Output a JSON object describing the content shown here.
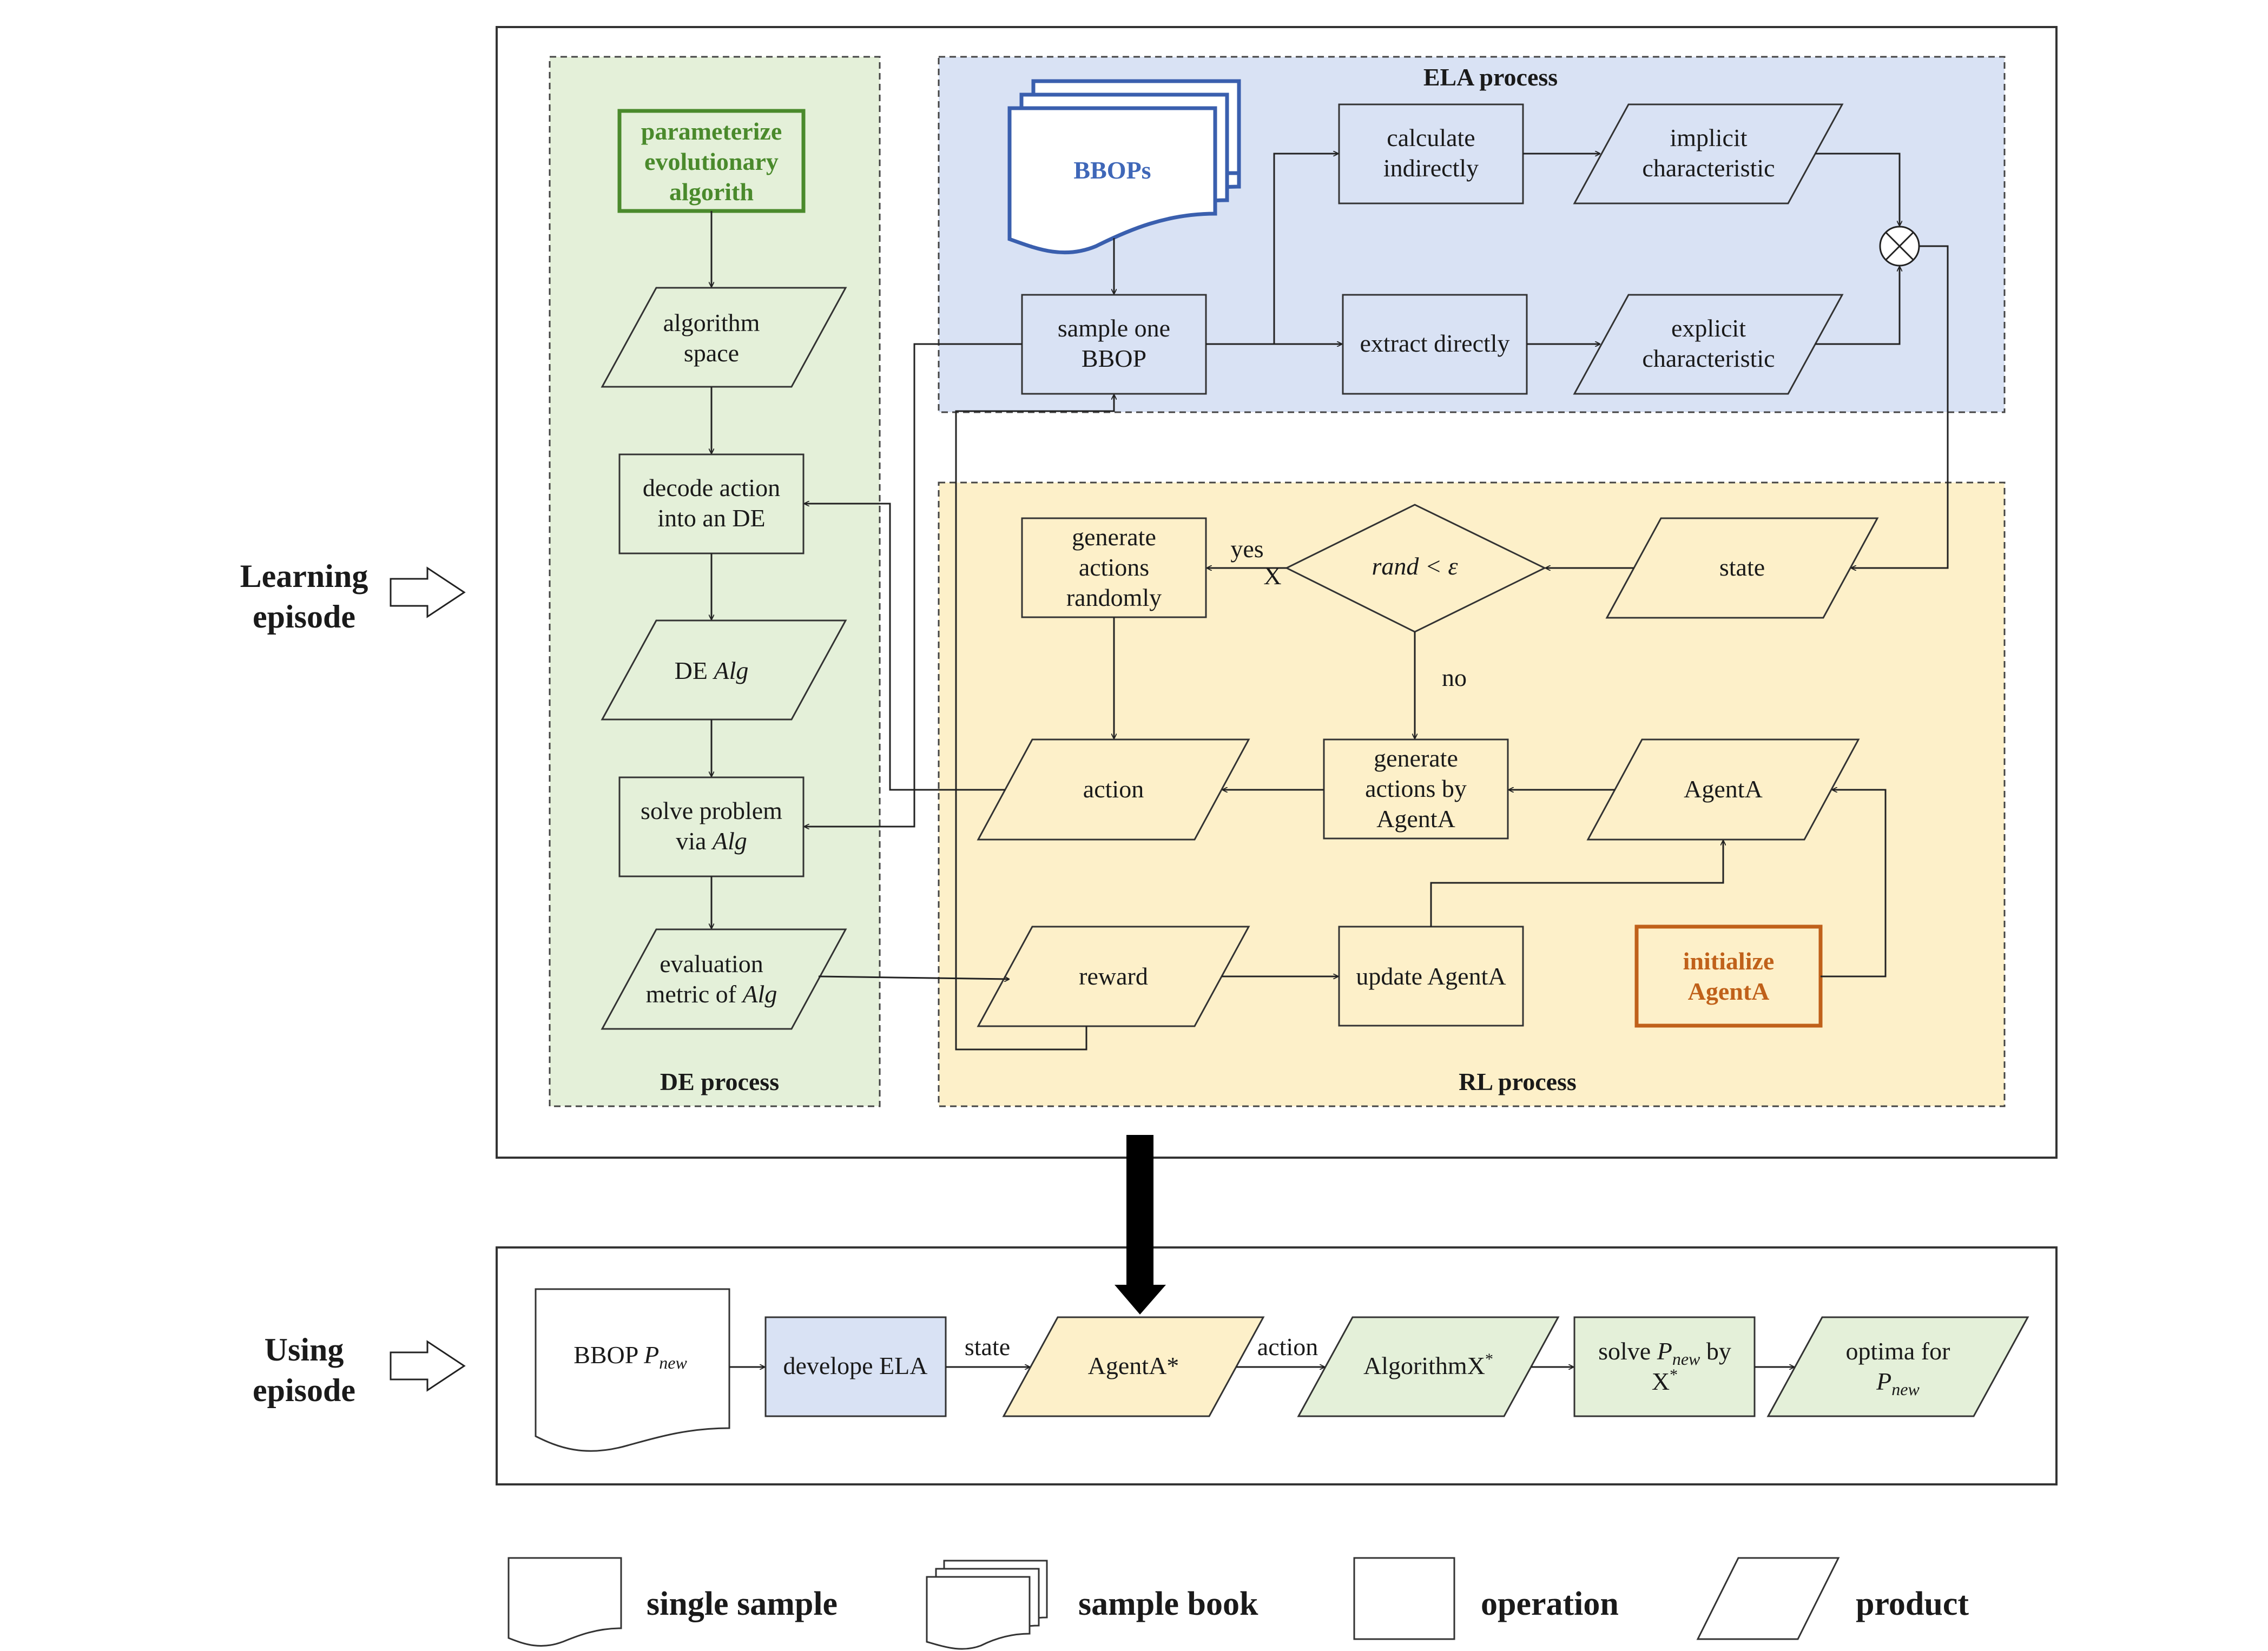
{
  "colors": {
    "de_fill": "#e4f0d9",
    "ela_fill": "#d9e2f4",
    "rl_fill": "#fdf0c9",
    "green_text": "#4a8a2c",
    "blue_text": "#3f67b8",
    "orange_text": "#c0611a"
  },
  "side_labels": {
    "learning_1": "Learning",
    "learning_2": "episode",
    "using_1": "Using",
    "using_2": "episode"
  },
  "regions": {
    "ela": "ELA process",
    "de": "DE process",
    "rl": "RL process"
  },
  "de": {
    "param_1": "parameterize",
    "param_2": "evolutionary",
    "param_3": "algorith",
    "space_1": "algorithm",
    "space_2": "space",
    "decode_1": "decode action",
    "decode_2": "into an DE",
    "alg_prefix": "DE ",
    "alg_var": "Alg",
    "solve_1": "solve problem",
    "solve_2_prefix": "via ",
    "solve_2_var": "Alg",
    "eval_1": "evaluation",
    "eval_2_prefix": "metric of ",
    "eval_2_var": "Alg"
  },
  "ela": {
    "bbops": "BBOPs",
    "sample_1": "sample one",
    "sample_2": "BBOP",
    "calc_1": "calculate",
    "calc_2": "indirectly",
    "extract": "extract directly",
    "implicit_1": "implicit",
    "implicit_2": "characteristic",
    "explicit_1": "explicit",
    "explicit_2": "characteristic"
  },
  "rl": {
    "gen_rand_1": "generate",
    "gen_rand_2": "actions",
    "gen_rand_3": "randomly",
    "yes": "yes",
    "x_mark": "X",
    "decision": "rand < ε",
    "state": "state",
    "no": "no",
    "action": "action",
    "gen_agent_1": "generate",
    "gen_agent_2": "actions by",
    "gen_agent_3": "AgentA",
    "agenta": "AgentA",
    "reward": "reward",
    "update": "update AgentA",
    "init_1": "initialize",
    "init_2": "AgentA"
  },
  "using": {
    "bbop_prefix": "BBOP ",
    "p": "P",
    "new": "new",
    "develope": "develope ELA",
    "state": "state",
    "agent_star": "AgentA*",
    "action": "action",
    "algx": "AlgorithmX",
    "star": "*",
    "solve_prefix": "solve ",
    "solve_by": " by",
    "x": "X",
    "optima_1": "optima for"
  },
  "legend": {
    "single": "single sample",
    "book": "sample book",
    "operation": "operation",
    "product": "product"
  }
}
